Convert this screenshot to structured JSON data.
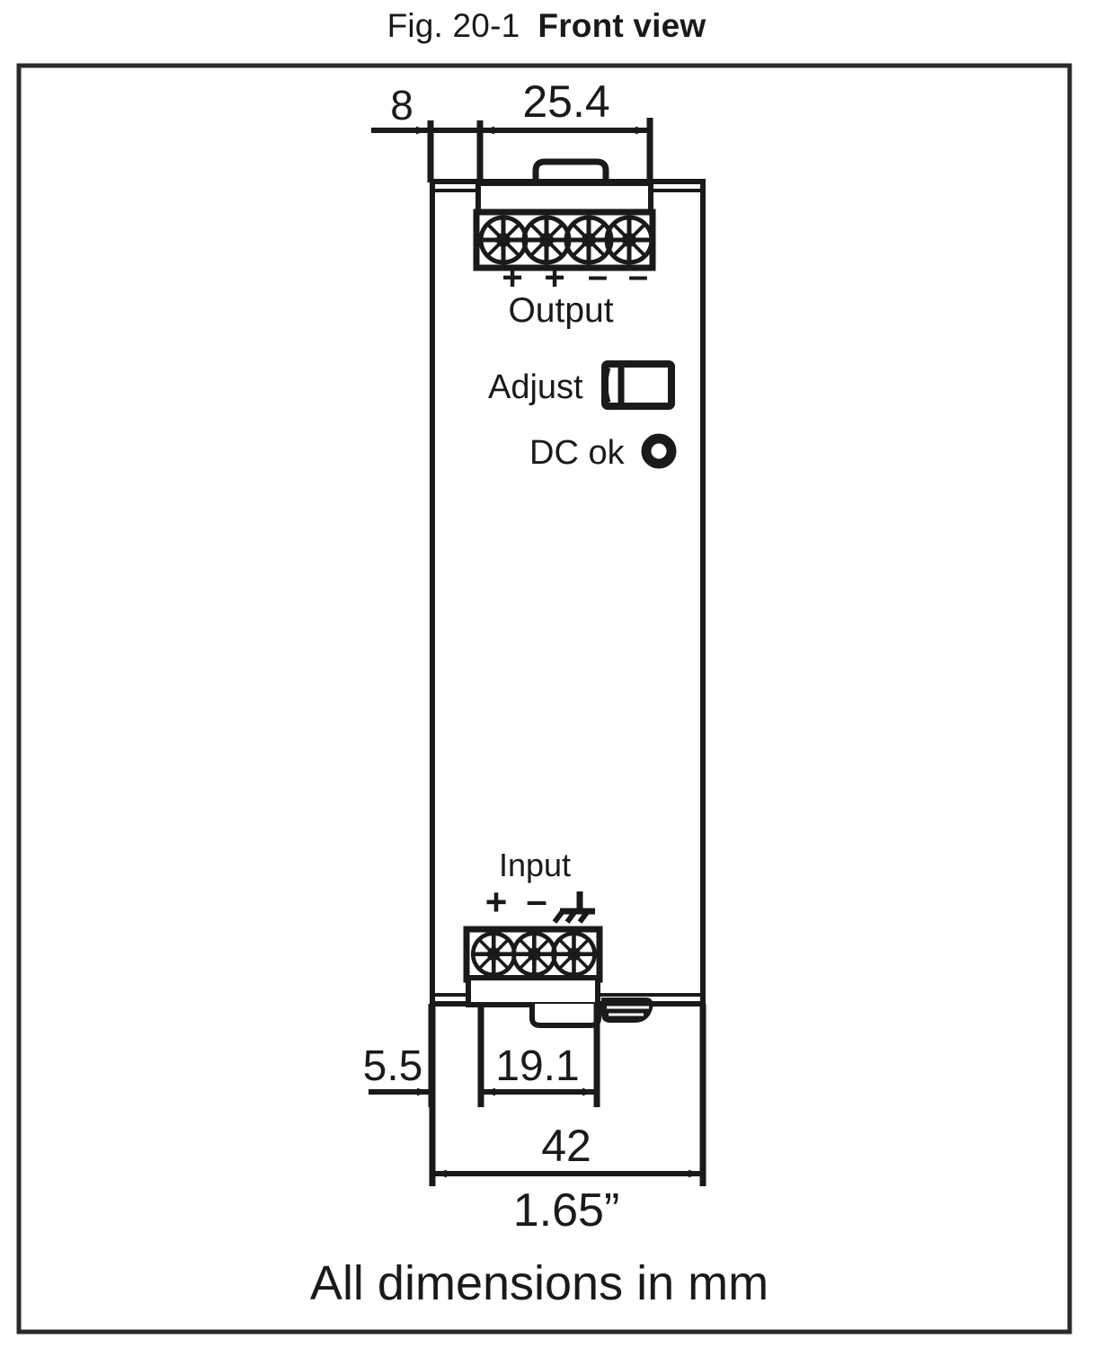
{
  "figure": {
    "number": "Fig. 20-1",
    "title": "Front view",
    "footnote": "All dimensions in mm"
  },
  "dimensions": {
    "top_left_offset": "8",
    "top_block_width": "25.4",
    "bottom_left_offset": "5.5",
    "bottom_block_width": "19.1",
    "overall_width_mm": "42",
    "overall_width_in": "1.65”"
  },
  "device": {
    "output": {
      "label": "Output",
      "polarity": [
        "+",
        "+",
        "–",
        "–"
      ],
      "terminal_count": 4
    },
    "input": {
      "label": "Input",
      "polarity": [
        "+",
        "–",
        "earth-ground-symbol"
      ],
      "terminal_count": 3
    },
    "controls": [
      {
        "label": "Adjust",
        "icon": "potentiometer-icon"
      },
      {
        "label": "DC ok",
        "icon": "led-indicator-icon"
      }
    ]
  },
  "colors": {
    "line": "#1a1a1a",
    "frame": "#2b2b2b",
    "background": "#ffffff"
  }
}
